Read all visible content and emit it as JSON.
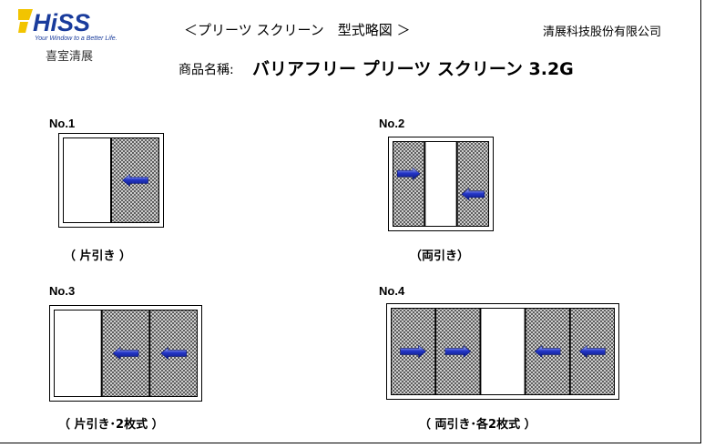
{
  "brand": {
    "logo_text": "HiSS",
    "tagline": "Your Window to a Better Life.",
    "name_cn": "喜室清展"
  },
  "header": {
    "title": "＜プリーツ スクリーン　型式略図 ＞",
    "company": "清展科技股份有限公司",
    "product_label": "商品名稱:",
    "product_name": "バリアフリー プリーツ スクリーン 3.2G"
  },
  "colors": {
    "brand_blue": "#1a3c9c",
    "brand_yellow": "#f2c400",
    "mesh": "#555555",
    "arrow_blue": "#2436c8"
  },
  "diagrams": [
    {
      "label": "No.1",
      "caption": "（ 片引き ）",
      "panels": [
        "open",
        "mesh"
      ],
      "arrows": [
        {
          "panel": 1,
          "direction": "left",
          "level": "middle"
        }
      ]
    },
    {
      "label": "No.2",
      "caption": "（両引き）",
      "panels": [
        "mesh",
        "open",
        "mesh"
      ],
      "arrows": [
        {
          "panel": 0,
          "direction": "right",
          "level": "upper"
        },
        {
          "panel": 2,
          "direction": "left",
          "level": "lower"
        }
      ]
    },
    {
      "label": "No.3",
      "caption": "（ 片引き･2枚式 ）",
      "panels": [
        "open",
        "mesh",
        "mesh"
      ],
      "arrows": [
        {
          "panel": 1,
          "direction": "left",
          "level": "middle"
        },
        {
          "panel": 2,
          "direction": "left",
          "level": "middle"
        }
      ]
    },
    {
      "label": "No.4",
      "caption": "（ 両引き･各2枚式 ）",
      "panels": [
        "mesh",
        "mesh",
        "open",
        "mesh",
        "mesh"
      ],
      "arrows": [
        {
          "panel": 0,
          "direction": "right",
          "level": "middle"
        },
        {
          "panel": 1,
          "direction": "right",
          "level": "middle"
        },
        {
          "panel": 3,
          "direction": "left",
          "level": "middle"
        },
        {
          "panel": 4,
          "direction": "left",
          "level": "middle"
        }
      ]
    }
  ]
}
